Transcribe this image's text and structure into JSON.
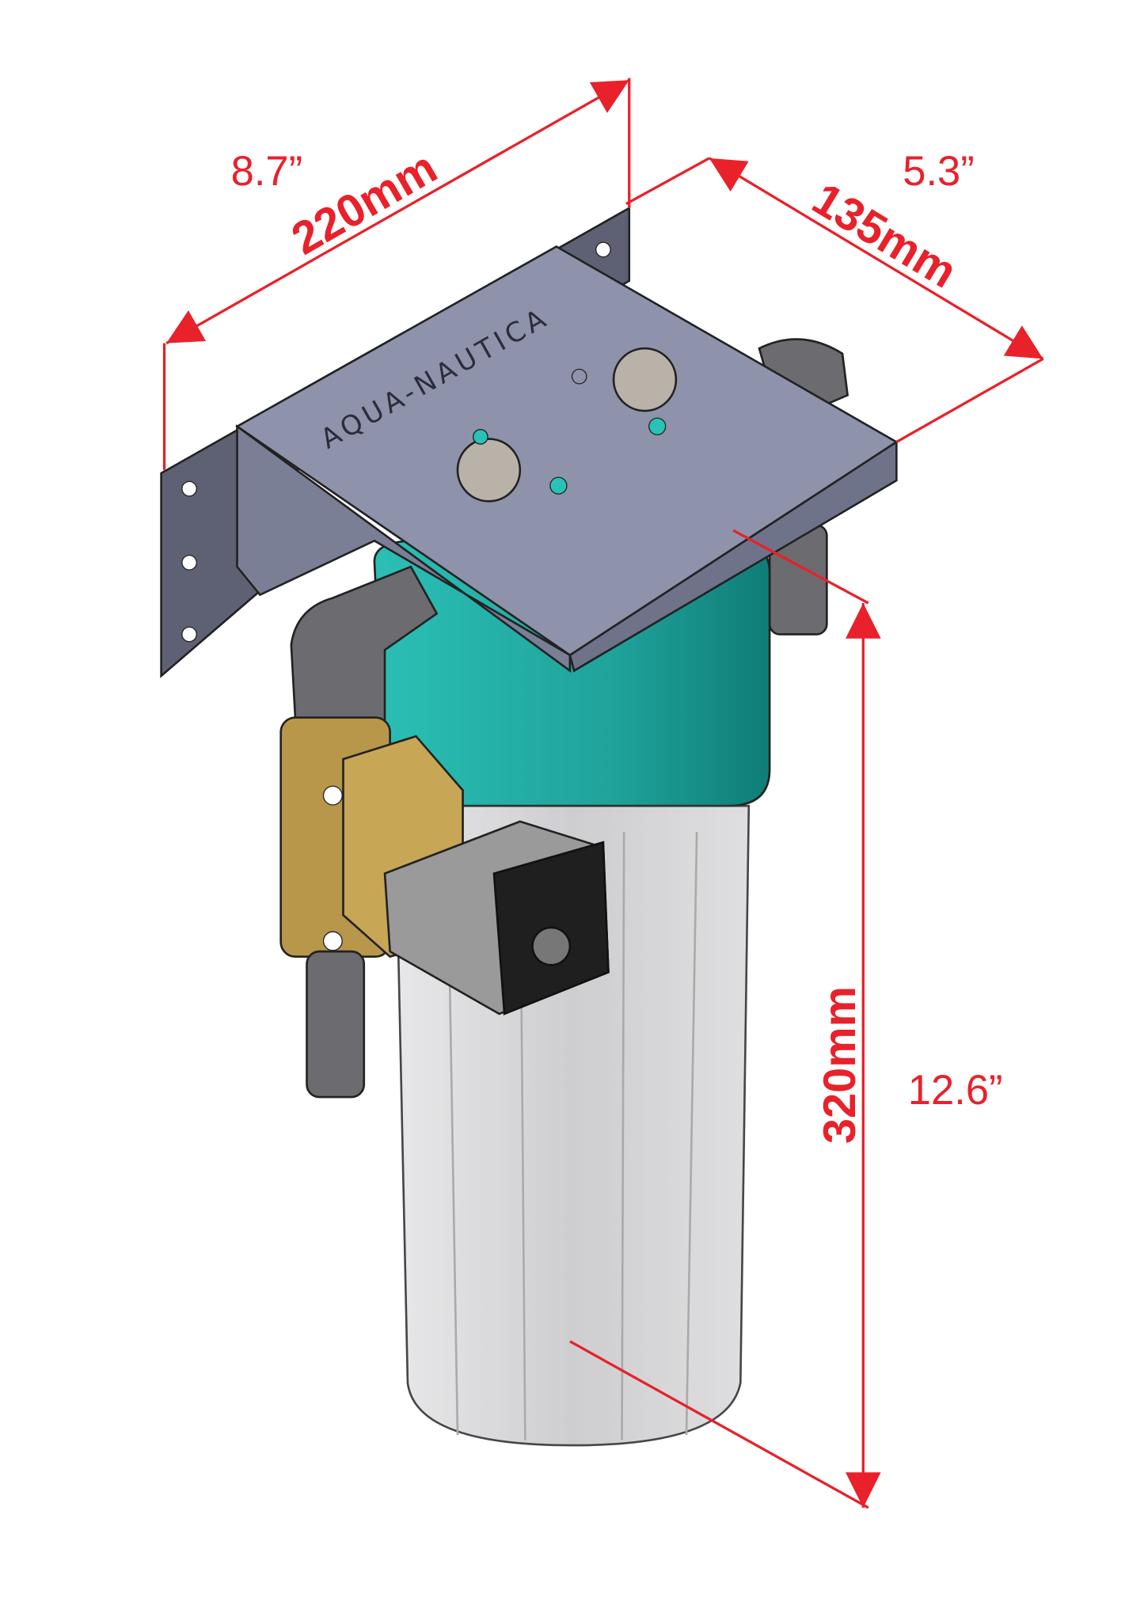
{
  "product": {
    "brand_logo": "AQUA-NAUTICA"
  },
  "dimensions": {
    "width": {
      "metric": "220mm",
      "imperial": "8.7”"
    },
    "depth": {
      "metric": "135mm",
      "imperial": "5.3”"
    },
    "height": {
      "metric": "320mm",
      "imperial": "12.6”"
    }
  },
  "colors": {
    "dimension": "#e8212b",
    "bracket": "#8e93ab",
    "filter_cap": "#1fa8a0",
    "brass": "#b8974a",
    "solenoid": "#222222",
    "fitting": "#6b6b70"
  }
}
